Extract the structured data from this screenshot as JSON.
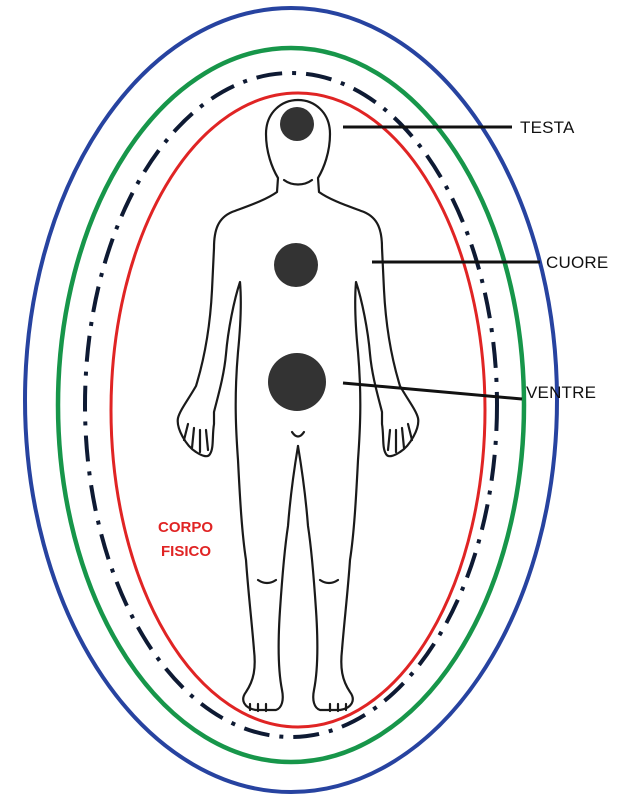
{
  "labels": {
    "head": "TESTA",
    "heart": "CUORE",
    "belly": "VENTRE",
    "body_line1": "CORPO",
    "body_line2": "FISICO"
  },
  "colors": {
    "outer_ellipse": "#2743a0",
    "middle_ellipse": "#17964a",
    "dashed_ellipse": "#0e1a33",
    "inner_ellipse": "#e02424",
    "body_label": "#e02424",
    "centers": "#333333",
    "outline": "#1a1a1a"
  }
}
